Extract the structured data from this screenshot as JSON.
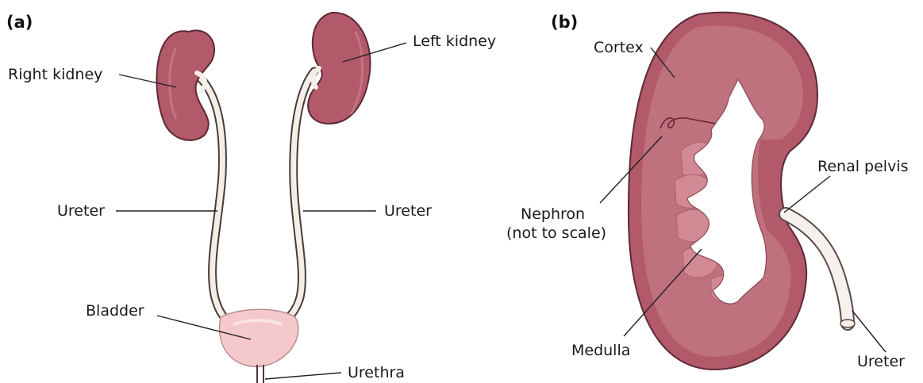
{
  "panels": {
    "a": "(a)",
    "b": "(b)"
  },
  "labels_a": {
    "right_kidney": "Right kidney",
    "left_kidney": "Left kidney",
    "ureter_left_side": "Ureter",
    "ureter_right_side": "Ureter",
    "bladder": "Bladder",
    "urethra": "Urethra"
  },
  "labels_b": {
    "cortex": "Cortex",
    "renal_pelvis": "Renal pelvis",
    "nephron_line1": "Nephron",
    "nephron_line2": "(not to scale)",
    "medulla": "Medulla",
    "ureter": "Ureter"
  },
  "colors": {
    "kidney_fill": "#b2596a",
    "kidney_outline": "#5e2a35",
    "cortex_fill": "#c0737f",
    "pyramid_fill": "#d18a93",
    "bladder_fill": "#f5c8cc",
    "tube_fill": "#f6f1ec",
    "leader": "#222222"
  }
}
